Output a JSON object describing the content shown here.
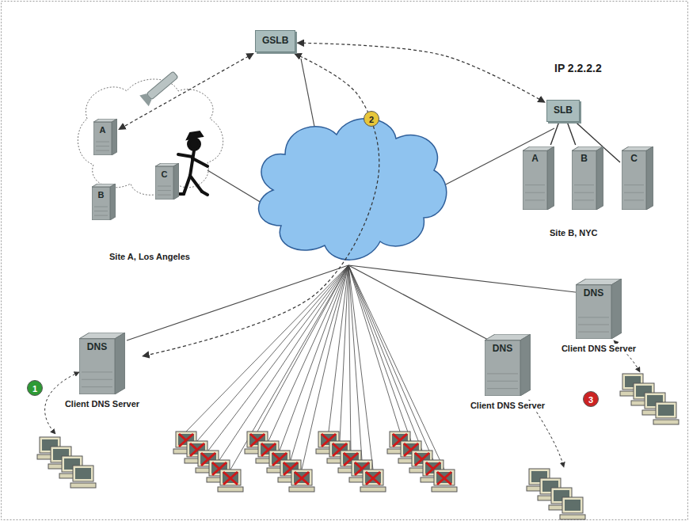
{
  "diagram": {
    "nodes": [
      {
        "text": [
          "GSLB"
        ]
      },
      {
        "text": [
          "SLB"
        ]
      },
      {
        "text": [
          "A"
        ]
      },
      {
        "text": [
          "B"
        ]
      },
      {
        "text": [
          "C"
        ]
      },
      {
        "text": [
          "A"
        ]
      },
      {
        "text": [
          "B"
        ]
      },
      {
        "text": [
          "C"
        ]
      },
      {
        "text": [
          "DNS",
          "Client DNS Server"
        ]
      },
      {
        "text": [
          "DNS",
          "Client DNS Server"
        ]
      },
      {
        "text": [
          "DNS",
          "Client DNS Server"
        ]
      }
    ],
    "edges": [
      {
        "from": 0,
        "to": 1,
        "arrow": "both"
      },
      {
        "from": 0,
        "to": 5,
        "arrow": "both"
      },
      {
        "from": 1,
        "to": 2,
        "arrow": "none"
      },
      {
        "from": 1,
        "to": 3,
        "arrow": "none"
      },
      {
        "from": 1,
        "to": 4,
        "arrow": "none"
      },
      {
        "from": 0,
        "to": 8,
        "arrow": "both"
      }
    ],
    "labels": [
      "IP 2.2.2.2",
      "Site A, Los Angeles",
      "Site B, NYC",
      "1",
      "2",
      "3"
    ]
  }
}
